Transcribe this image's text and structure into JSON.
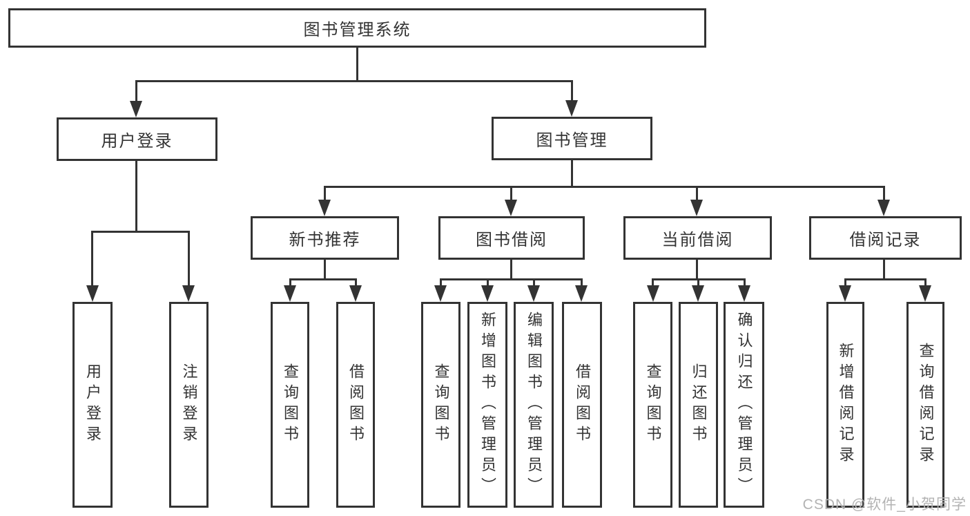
{
  "diagram": {
    "tree": {
      "label": "图书管理系统",
      "children": [
        {
          "label": "用户登录",
          "children": [
            {
              "label": "用户登录"
            },
            {
              "label": "注销登录"
            }
          ]
        },
        {
          "label": "图书管理",
          "children": [
            {
              "label": "新书推荐",
              "children": [
                {
                  "label": "查询图书"
                },
                {
                  "label": "借阅图书"
                }
              ]
            },
            {
              "label": "图书借阅",
              "children": [
                {
                  "label": "查询图书"
                },
                {
                  "label": "新增图书（管理员）"
                },
                {
                  "label": "编辑图书（管理员）"
                },
                {
                  "label": "借阅图书"
                }
              ]
            },
            {
              "label": "当前借阅",
              "children": [
                {
                  "label": "查询图书"
                },
                {
                  "label": "归还图书"
                },
                {
                  "label": "确认归还（管理员）"
                }
              ]
            },
            {
              "label": "借阅记录",
              "children": [
                {
                  "label": "新增借阅记录"
                },
                {
                  "label": "查询借阅记录"
                }
              ]
            }
          ]
        }
      ]
    },
    "colors": {
      "line": "#333333",
      "box_border": "#333333",
      "box_fill": "#ffffff",
      "text": "#333333",
      "watermark": "#b3b3b3",
      "background": "#ffffff"
    }
  },
  "watermark": {
    "text": "CSDN @软件_小贺同学"
  }
}
